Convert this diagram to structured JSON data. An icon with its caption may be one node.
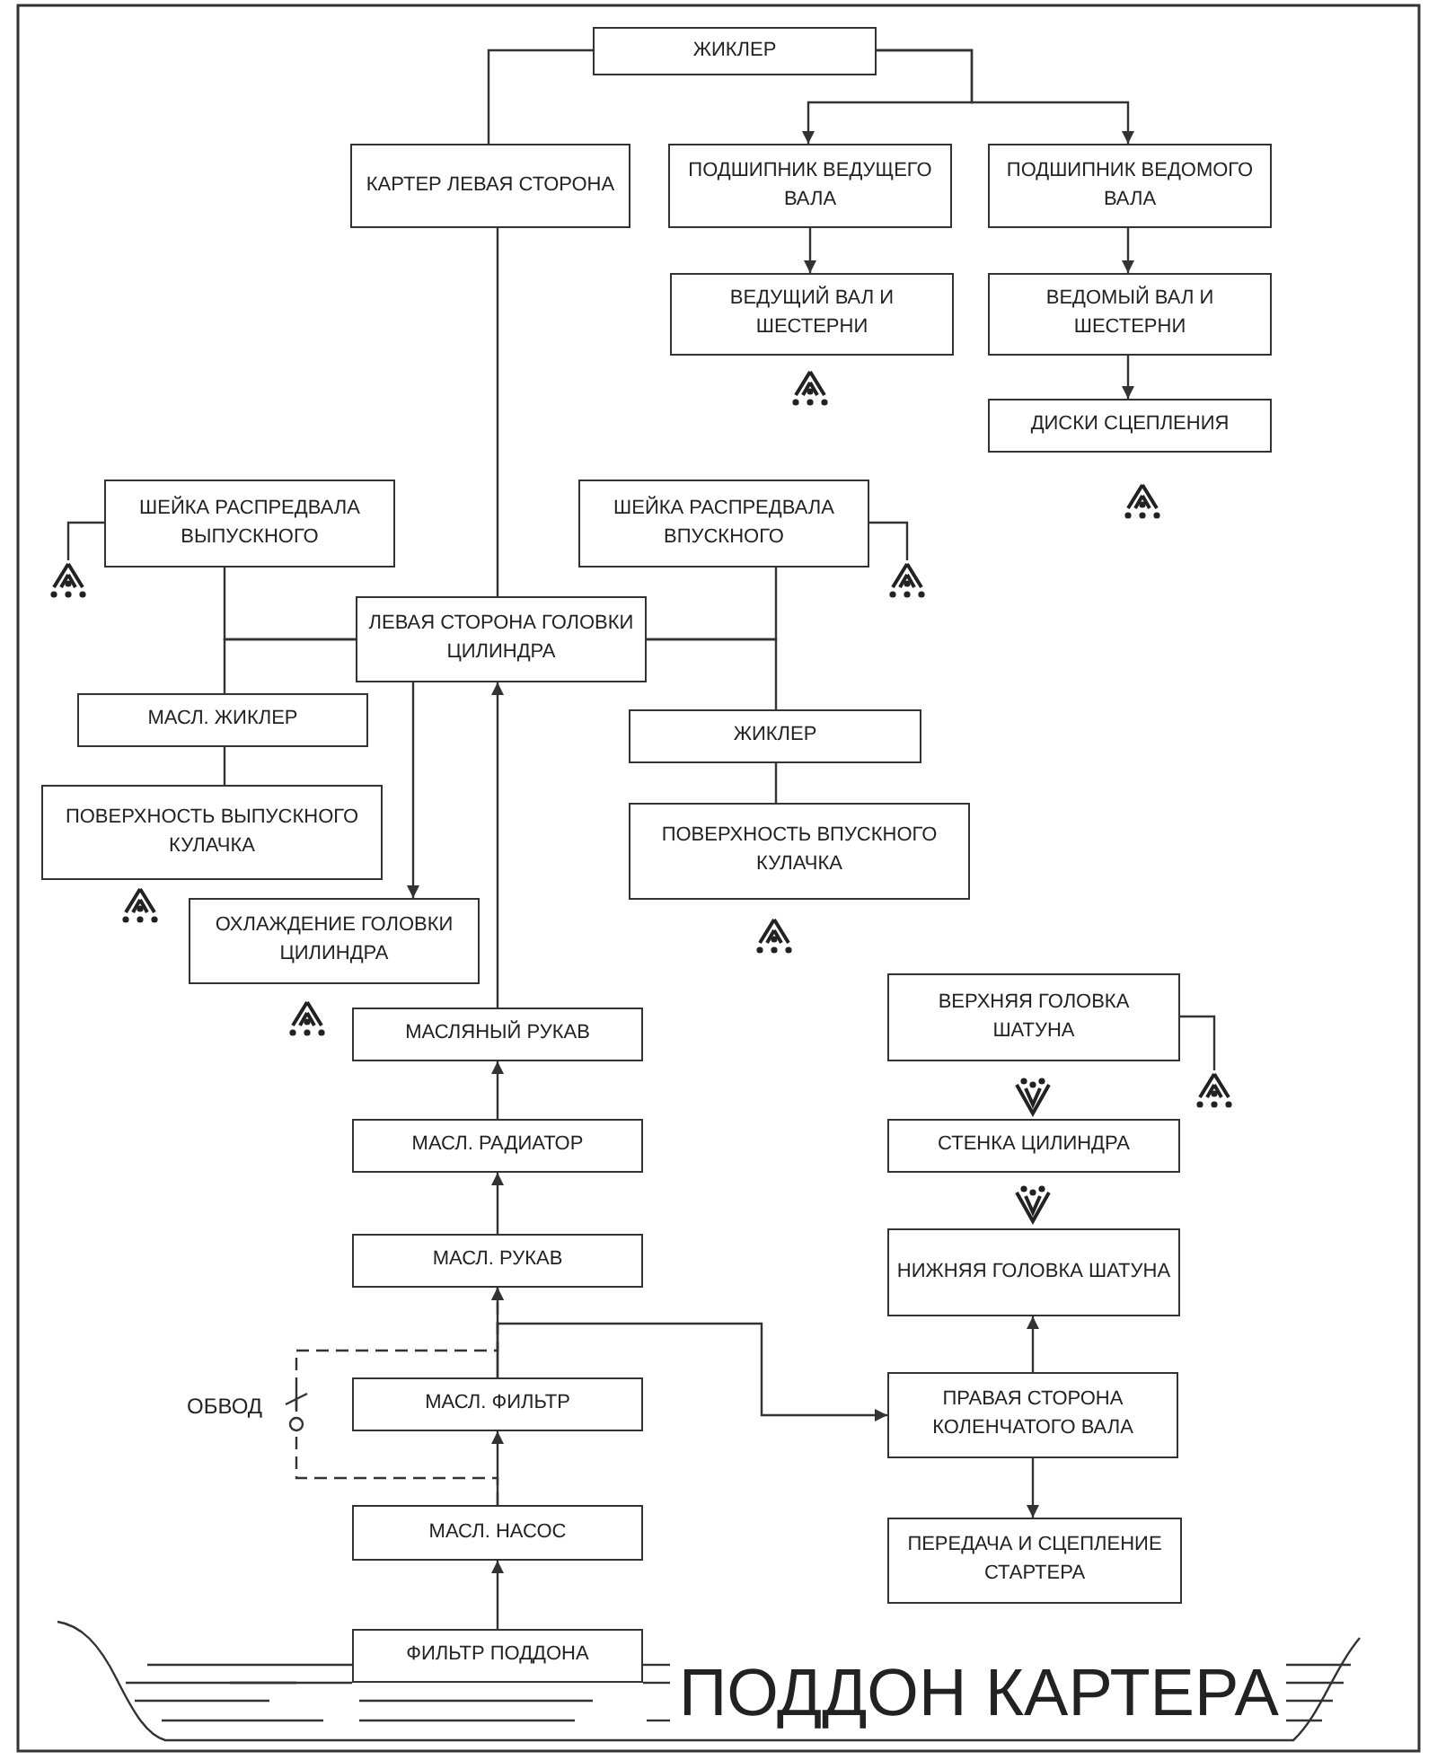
{
  "diagram": {
    "nodes": [
      {
        "text": [
          "ЖИКЛЕР"
        ]
      },
      {
        "text": [
          "КАРТЕР ЛЕВАЯ СТОРОНА"
        ]
      },
      {
        "text": [
          "ПОДШИПНИК ВЕДУЩЕГО ВАЛА"
        ]
      },
      {
        "text": [
          "ПОДШИПНИК ВЕДОМОГО ВАЛА"
        ]
      },
      {
        "text": [
          "ВЕДУЩИЙ ВАЛ И ШЕСТЕРНИ"
        ]
      },
      {
        "text": [
          "ВЕДОМЫЙ ВАЛ И ШЕСТЕРНИ"
        ]
      },
      {
        "text": [
          "ДИСКИ СЦЕПЛЕНИЯ"
        ]
      },
      {
        "text": [
          "ШЕЙКА РАСПРЕДВАЛА ВЫПУСКНОГО"
        ]
      },
      {
        "text": [
          "ШЕЙКА РАСПРЕДВАЛА ВПУСКНОГО"
        ]
      },
      {
        "text": [
          "ЛЕВАЯ СТОРОНА ГОЛОВКИ ЦИЛИНДРА"
        ]
      },
      {
        "text": [
          "МАСЛ. ЖИКЛЕР"
        ]
      },
      {
        "text": [
          "ЖИКЛЕР"
        ]
      },
      {
        "text": [
          "ПОВЕРХНОСТЬ ВЫПУСКНОГО КУЛАЧКА"
        ]
      },
      {
        "text": [
          "ПОВЕРХНОСТЬ ВПУСКНОГО КУЛАЧКА"
        ]
      },
      {
        "text": [
          "ОХЛАЖДЕНИЕ ГОЛОВКИ ЦИЛИНДРА"
        ]
      },
      {
        "text": [
          "МАСЛЯНЫЙ РУКАВ"
        ]
      },
      {
        "text": [
          "МАСЛ. РАДИАТОР"
        ]
      },
      {
        "text": [
          "МАСЛ. РУКАВ"
        ]
      },
      {
        "text": [
          "МАСЛ. ФИЛЬТР"
        ]
      },
      {
        "text": [
          "МАСЛ. НАСОС"
        ]
      },
      {
        "text": [
          "ФИЛЬТР ПОДДОНА"
        ]
      },
      {
        "text": [
          "ВЕРХНЯЯ ГОЛОВКА ШАТУНА"
        ]
      },
      {
        "text": [
          "СТЕНКА ЦИЛИНДРА"
        ]
      },
      {
        "text": [
          "НИЖНЯЯ ГОЛОВКА ШАТУНА"
        ]
      },
      {
        "text": [
          "ПРАВАЯ СТОРОНА КОЛЕНЧАТОГО ВАЛА"
        ]
      },
      {
        "text": [
          "ПЕРЕДАЧА И СЦЕПЛЕНИЕ СТАРТЕРА"
        ]
      },
      {
        "text": [],
        "shape": "picture"
      },
      {
        "text": [],
        "shape": "picture"
      },
      {
        "text": [],
        "shape": "picture"
      }
    ],
    "edges": [
      {
        "from": 0,
        "to": 1,
        "arrow": "none"
      },
      {
        "from": 0,
        "to": 2,
        "arrow": "to"
      },
      {
        "from": 0,
        "to": 3,
        "arrow": "to"
      },
      {
        "from": 2,
        "to": 4,
        "arrow": "to"
      },
      {
        "from": 3,
        "to": 5,
        "arrow": "to"
      },
      {
        "from": 5,
        "to": 6,
        "arrow": "to"
      },
      {
        "from": 1,
        "to": 9,
        "arrow": "none"
      },
      {
        "from": 9,
        "to": 7,
        "arrow": "none"
      },
      {
        "from": 9,
        "to": 10,
        "arrow": "none"
      },
      {
        "from": 10,
        "to": 12,
        "arrow": "none"
      },
      {
        "from": 9,
        "to": 8,
        "arrow": "none"
      },
      {
        "from": 9,
        "to": 11,
        "arrow": "none"
      },
      {
        "from": 11,
        "to": 13,
        "arrow": "none"
      },
      {
        "from": 9,
        "to": 14,
        "arrow": "to"
      },
      {
        "from": 15,
        "to": 9,
        "arrow": "to"
      },
      {
        "from": 16,
        "to": 15,
        "arrow": "to"
      },
      {
        "from": 17,
        "to": 16,
        "arrow": "to"
      },
      {
        "from": 18,
        "to": 17,
        "arrow": "to"
      },
      {
        "from": 19,
        "to": 18,
        "arrow": "to"
      },
      {
        "from": 20,
        "to": 19,
        "arrow": "to"
      },
      {
        "from": 18,
        "to": 24,
        "arrow": "to"
      },
      {
        "from": 19,
        "to": 17,
        "arrow": "to",
        "style": "dashed"
      },
      {
        "from": 24,
        "to": 23,
        "arrow": "to"
      },
      {
        "from": 24,
        "to": 25,
        "arrow": "to"
      },
      {
        "from": 7,
        "to": 26,
        "arrow": "none"
      },
      {
        "from": 8,
        "to": 27,
        "arrow": "none"
      },
      {
        "from": 21,
        "to": 28,
        "arrow": "none"
      }
    ],
    "labels": [
      "ОБВОД",
      "ПОДДОН КАРТЕРА"
    ]
  }
}
